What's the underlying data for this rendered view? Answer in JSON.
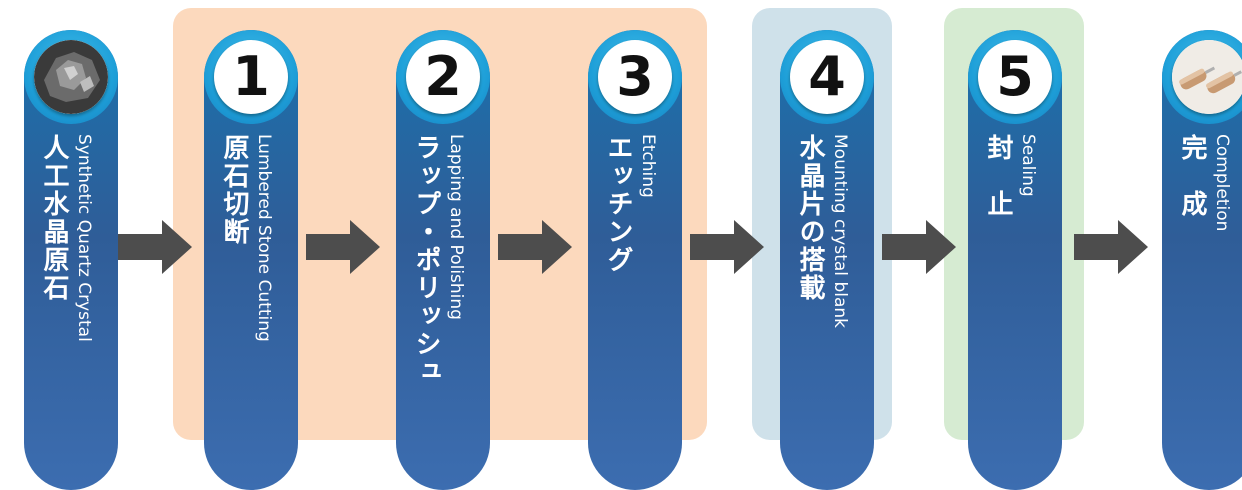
{
  "colors": {
    "group_cut_polish_etch": "#fcd9bd",
    "group_mounting": "#cfe1ea",
    "group_sealing": "#d6ebd2",
    "pill": "#3060a0",
    "cap": "#1e9fd8",
    "arrow": "#4d4d4d"
  },
  "steps": [
    {
      "number": "",
      "jp": "人工水晶原石",
      "en": "Synthetic Quartz Crystal",
      "icon": "quartz-crystal-photo-icon"
    },
    {
      "number": "1",
      "jp": "原石切断",
      "en": "Lumbered Stone Cutting"
    },
    {
      "number": "2",
      "jp": "ラップ・ポリッシュ",
      "en": "Lapping and Polishing"
    },
    {
      "number": "3",
      "jp": "エッチング",
      "en": "Etching"
    },
    {
      "number": "4",
      "jp": "水晶片の搭載",
      "en": "Mounting crystal blank"
    },
    {
      "number": "5",
      "jp": "封　止",
      "en": "Sealing"
    },
    {
      "number": "",
      "jp": "完　成",
      "en": "Completion",
      "icon": "crystal-unit-photo-icon"
    }
  ]
}
